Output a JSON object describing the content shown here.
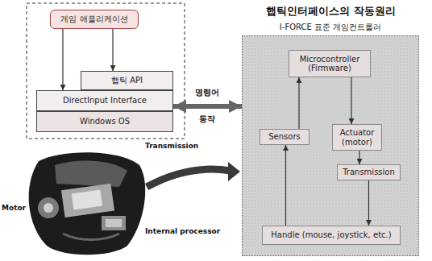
{
  "diagram": {
    "title": "햅틱인터페이스의 작동원리",
    "nodes": [
      {
        "text": [
          "게임 애플리케이션"
        ]
      },
      {
        "text": [
          "햅틱 API"
        ]
      },
      {
        "text": [
          "DirectInput Interface"
        ]
      },
      {
        "text": [
          "Windows OS"
        ]
      },
      {
        "text": [
          "I-FORCE 표준 게임컨트롤러"
        ]
      },
      {
        "text": [
          "Microcontroller (Firmware)"
        ],
        "in": 4
      },
      {
        "text": [
          "Sensors"
        ],
        "in": 4
      },
      {
        "text": [
          "Actuator (motor)"
        ],
        "in": 4
      },
      {
        "text": [
          "Transmission"
        ],
        "in": 4
      },
      {
        "text": [
          "Handle (mouse, joystick, etc.)"
        ],
        "in": 4
      }
    ],
    "edges": [
      {
        "from": 0,
        "to": 1,
        "arrow": "to"
      },
      {
        "from": 0,
        "to": 2,
        "arrow": "to"
      },
      {
        "from": 2,
        "to": 4,
        "arrow": "both"
      },
      {
        "from": 5,
        "to": 7,
        "arrow": "to"
      },
      {
        "from": 7,
        "to": 8,
        "arrow": "to"
      },
      {
        "from": 8,
        "to": 9,
        "arrow": "to"
      },
      {
        "from": 9,
        "to": 6,
        "arrow": "to"
      },
      {
        "from": 6,
        "to": 5,
        "arrow": "to"
      }
    ],
    "labels": [
      "명령어",
      "동작",
      "Transmission",
      "Motor",
      "Internal processor"
    ]
  }
}
